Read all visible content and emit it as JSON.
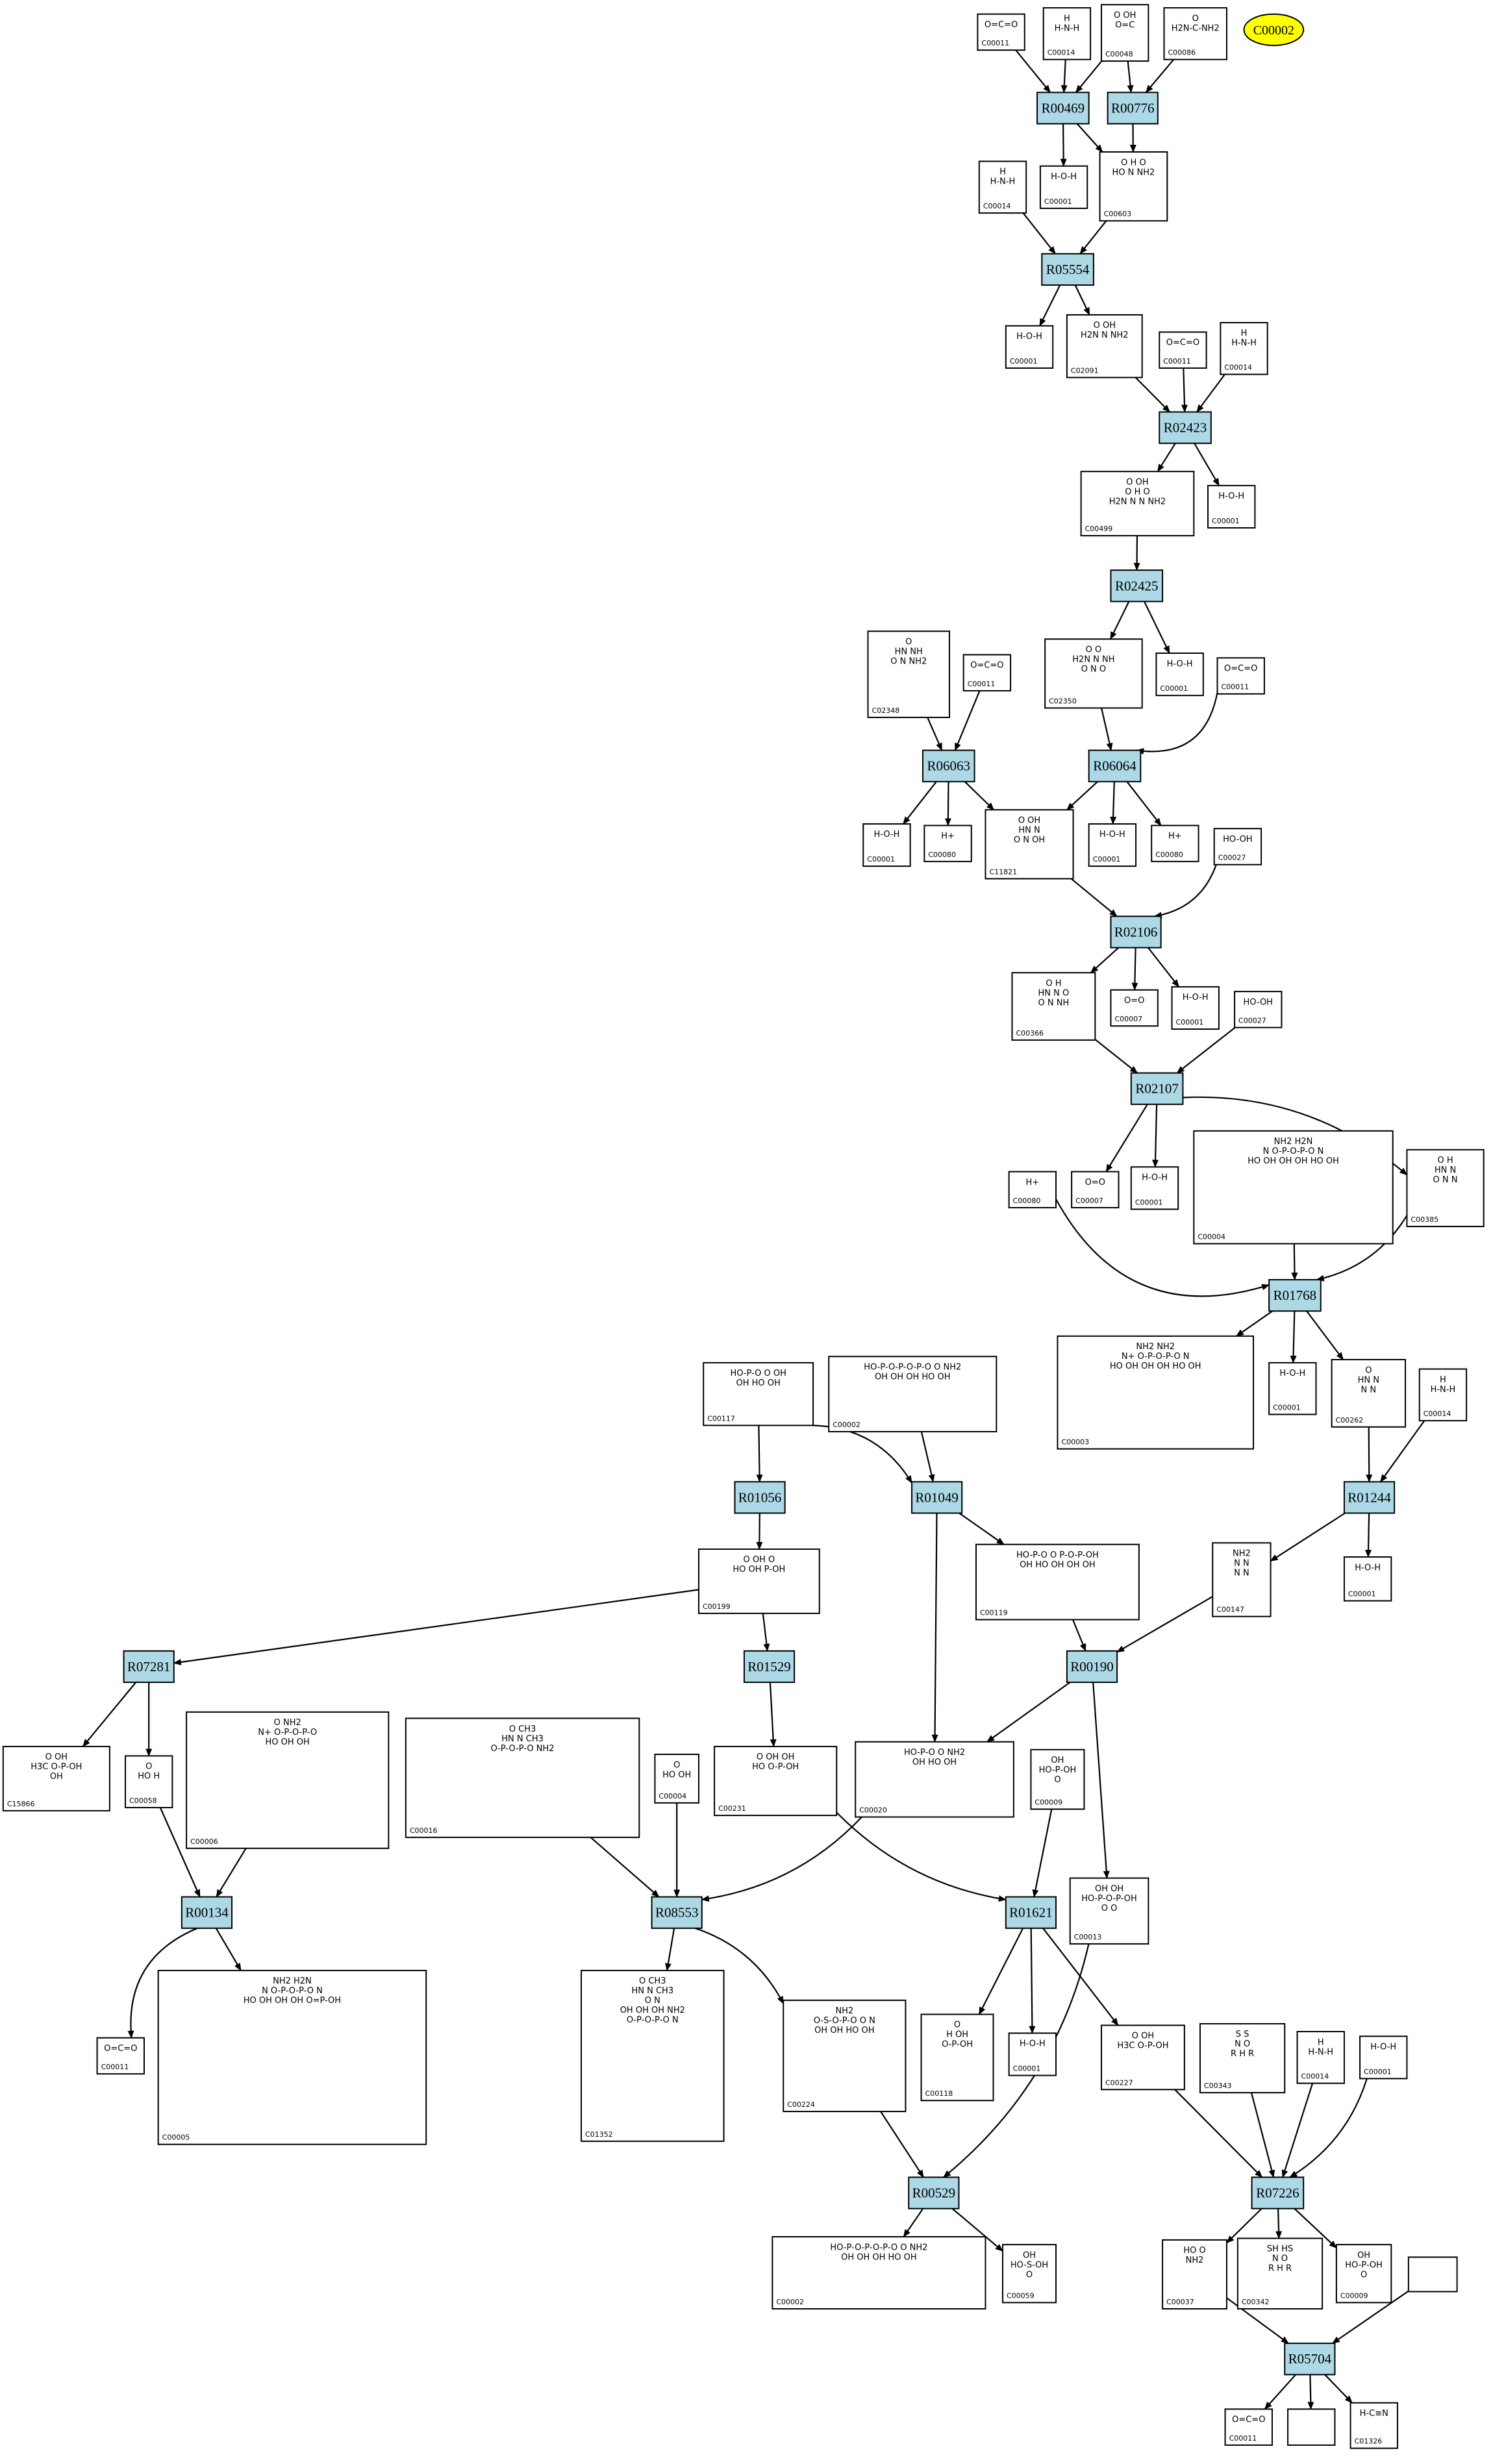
{
  "title_node": {
    "label": "C00002",
    "color": "#ffff00"
  },
  "colors": {
    "reaction": "#add8e6",
    "compound": "#ffffff",
    "stroke": "#000000"
  },
  "reactions": [
    "R00469",
    "R00776",
    "R05554",
    "R02423",
    "R02425",
    "R06063",
    "R06064",
    "R02106",
    "R02107",
    "R01768",
    "R01056",
    "R01049",
    "R01244",
    "R07281",
    "R01529",
    "R00190",
    "R00134",
    "R08553",
    "R01621",
    "R07226",
    "R00529",
    "R05704"
  ],
  "compounds": {
    "n_r1_c00011": "C00011",
    "n_r1_c00014": "C00014",
    "n_r1_c00048": "C00048",
    "n_r1_c00086": "C00086",
    "n_r3_c00014": "C00014",
    "n_r3_c00001": "C00001",
    "n_r3_c00603": "C00603",
    "n_r4_c00001": "C00001",
    "n_r4_c02091": "C02091",
    "n_r4_c00011": "C00011",
    "n_r4_c00014": "C00014",
    "n_r5_c00499": "C00499",
    "n_r5_c00001": "C00001",
    "n_r6_c02348": "C02348",
    "n_r6_c00011": "C00011",
    "n_r6_c02350": "C02350",
    "n_r6_c00001": "C00001",
    "n_r6_c00011b": "C00011",
    "n_r7_c00001": "C00001",
    "n_r7_c00080": "C00080",
    "n_r7_c11821": "C11821",
    "n_r7_c00001b": "C00001",
    "n_r7_c00080b": "C00080",
    "n_r7_c00027": "C00027",
    "n_r8_c00366": "C00366",
    "n_r8_c00007": "C00007",
    "n_r8_c00001": "C00001",
    "n_r8_c00027": "C00027",
    "n_r9_c00080": "C00080",
    "n_r9_c00007": "C00007",
    "n_r9_c00001": "C00001",
    "n_r9_c00004": "C00004",
    "n_r9_c00385": "C00385",
    "n_r10_c00117": "C00117",
    "n_r10_c00002": "C00002",
    "n_r10_c00003": "C00003",
    "n_r10_c00001": "C00001",
    "n_r10_c00262": "C00262",
    "n_r10_c00014": "C00014",
    "n_r11_c00199": "C00199",
    "n_r11_c00119": "C00119",
    "n_r11_c00147": "C00147",
    "n_r11_c00001": "C00001",
    "n_r12_c15866": "C15866",
    "n_r12_c00058": "C00058",
    "n_r12_c00006": "C00006",
    "n_r12_c00016": "C00016",
    "n_r12_c00004": "C00004",
    "n_r12_c00231": "C00231",
    "n_r12_c00020": "C00020",
    "n_r12_c00009": "C00009",
    "n_r12_c00013": "C00013",
    "n_r13_c00011": "C00011",
    "n_r13_c00005": "C00005",
    "n_r13_c01352": "C01352",
    "n_r13_c00224": "C00224",
    "n_r13_c00118": "C00118",
    "n_r13_c00001": "C00001",
    "n_r13_c00227": "C00227",
    "n_r13_c00343": "C00343",
    "n_r13_c00014": "C00014",
    "n_r13_c00001b": "C00001",
    "n_r14_c00002": "C00002",
    "n_r14_c00059": "C00059",
    "n_r14_c00037": "C00037",
    "n_r14_c00342": "C00342",
    "n_r14_c00009": "C00009",
    "n_r14_blank": "",
    "n_r15_c00011": "C00011",
    "n_r15_blank": "",
    "n_r15_c01326": "C01326"
  },
  "formulas": {
    "n_r1_c00011": [
      "O=C=O"
    ],
    "n_r1_c00014": [
      "H",
      "H-N-H"
    ],
    "n_r1_c00048": [
      "O  OH",
      "O=C"
    ],
    "n_r1_c00086": [
      "O",
      "H2N-C-NH2"
    ],
    "n_r3_c00014": [
      "H",
      "H-N-H"
    ],
    "n_r3_c00001": [
      "H-O-H"
    ],
    "n_r3_c00603": [
      "O  H  O",
      "HO    N  NH2"
    ],
    "n_r4_c00001": [
      "H-O-H"
    ],
    "n_r4_c02091": [
      "O  OH",
      "H2N  N  NH2"
    ],
    "n_r4_c00011": [
      "O=C=O"
    ],
    "n_r4_c00014": [
      "H",
      "H-N-H"
    ],
    "n_r5_c00499": [
      "O    OH",
      "O  H  O",
      "H2N  N  N  NH2"
    ],
    "n_r5_c00001": [
      "H-O-H"
    ],
    "n_r6_c02348": [
      "O",
      "HN   NH",
      "O   N  NH2"
    ],
    "n_r6_c00011": [
      "O=C=O"
    ],
    "n_r6_c02350": [
      "O   O",
      "H2N  N  NH",
      "O   N  O"
    ],
    "n_r6_c00001": [
      "H-O-H"
    ],
    "n_r6_c00011b": [
      "O=C=O"
    ],
    "n_r7_c00001": [
      "H-O-H"
    ],
    "n_r7_c00080": [
      "H+"
    ],
    "n_r7_c11821": [
      "O  OH",
      "HN    N",
      "O   N  OH"
    ],
    "n_r7_c00001b": [
      "H-O-H"
    ],
    "n_r7_c00080b": [
      "H+"
    ],
    "n_r7_c00027": [
      "HO-OH"
    ],
    "n_r8_c00366": [
      "O   H",
      "HN   N  O",
      "O   N  NH"
    ],
    "n_r8_c00007": [
      "O=O"
    ],
    "n_r8_c00001": [
      "H-O-H"
    ],
    "n_r8_c00027": [
      "HO-OH"
    ],
    "n_r9_c00080": [
      "H+"
    ],
    "n_r9_c00007": [
      "O=O"
    ],
    "n_r9_c00001": [
      "H-O-H"
    ],
    "n_r9_c00004": [
      "NH2      H2N",
      "N  O-P-O-P-O  N",
      "HO OH  OH OH  HO OH"
    ],
    "n_r9_c00385": [
      "O   H",
      "HN   N",
      "O  N  N"
    ],
    "n_r10_c00117": [
      "HO-P-O  O  OH",
      "OH   HO OH"
    ],
    "n_r10_c00002": [
      "HO-P-O-P-O-P-O  O  NH2",
      "OH OH OH  HO OH"
    ],
    "n_r10_c00003": [
      "NH2     NH2",
      "N+  O-P-O-P-O  N",
      "HO OH  OH OH  HO OH"
    ],
    "n_r10_c00001": [
      "H-O-H"
    ],
    "n_r10_c00262": [
      "O",
      "HN   N",
      "N   N"
    ],
    "n_r10_c00014": [
      "H",
      "H-N-H"
    ],
    "n_r11_c00199": [
      "O   OH   O",
      "HO    OH  P-OH"
    ],
    "n_r11_c00119": [
      "HO-P-O  O  P-O-P-OH",
      "OH  HO OH   OH OH"
    ],
    "n_r11_c00147": [
      "NH2",
      "N   N",
      "N   N"
    ],
    "n_r11_c00001": [
      "H-O-H"
    ],
    "n_r12_c15866": [
      "O    OH",
      "H3C   O-P-OH",
      "OH"
    ],
    "n_r12_c00058": [
      "O",
      "HO  H"
    ],
    "n_r12_c00006": [
      "O  NH2",
      "N+ O-P-O-P-O",
      "HO OH  OH"
    ],
    "n_r12_c00016": [
      "O   CH3",
      "HN  N  CH3",
      "O-P-O-P-O  NH2"
    ],
    "n_r12_c00004": [
      "O",
      "HO  OH"
    ],
    "n_r12_c00231": [
      "O  OH  OH",
      "HO    O-P-OH"
    ],
    "n_r12_c00020": [
      "HO-P-O  O  NH2",
      "OH  HO OH"
    ],
    "n_r12_c00009": [
      "OH",
      "HO-P-OH",
      "O"
    ],
    "n_r12_c00013": [
      "OH  OH",
      "HO-P-O-P-OH",
      "O   O"
    ],
    "n_r13_c00011": [
      "O=C=O"
    ],
    "n_r13_c00005": [
      "NH2   H2N",
      "N  O-P-O-P-O  N",
      "HO OH  OH  OH   O=P-OH"
    ],
    "n_r13_c01352": [
      "O   CH3",
      "HN  N  CH3",
      "O  N",
      "OH OH OH  NH2",
      "O-P-O-P-O  N"
    ],
    "n_r13_c00224": [
      "NH2",
      "O-S-O-P-O  O  N",
      "OH OH  HO OH"
    ],
    "n_r13_c00118": [
      "O",
      "H  OH",
      "O-P-OH"
    ],
    "n_r13_c00001": [
      "H-O-H"
    ],
    "n_r13_c00227": [
      "O   OH",
      "H3C   O-P-OH"
    ],
    "n_r13_c00343": [
      "S   S",
      "N   O",
      "R  H   R"
    ],
    "n_r13_c00014": [
      "H",
      "H-N-H"
    ],
    "n_r13_c00001b": [
      "H-O-H"
    ],
    "n_r14_c00002": [
      "HO-P-O-P-O-P-O  O  NH2",
      "OH OH OH  HO OH"
    ],
    "n_r14_c00059": [
      "OH",
      "HO-S-OH",
      "O"
    ],
    "n_r14_c00037": [
      "HO   O",
      "NH2"
    ],
    "n_r14_c00342": [
      "SH  HS",
      "N   O",
      "R  H   R"
    ],
    "n_r14_c00009": [
      "OH",
      "HO-P-OH",
      "O"
    ],
    "n_r14_blank": [],
    "n_r15_c00011": [
      "O=C=O"
    ],
    "n_r15_blank": [],
    "n_r15_c01326": [
      "H-C≡N"
    ]
  }
}
